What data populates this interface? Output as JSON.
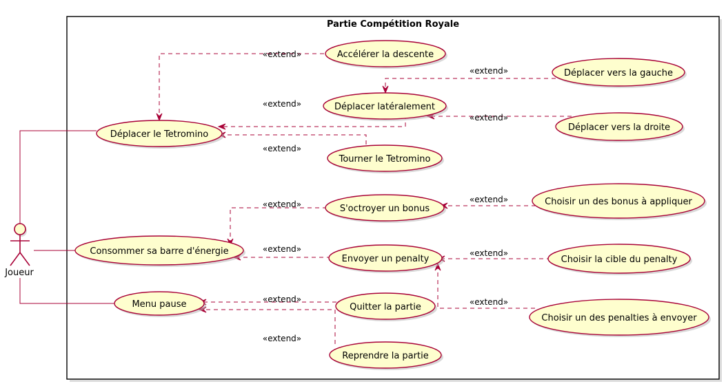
{
  "system": {
    "title": "Partie Compétition Royale"
  },
  "actor": {
    "label": "Joueur"
  },
  "usecases": {
    "deplacer_tetromino": "Déplacer le Tetromino",
    "accelerer": "Accélérer la descente",
    "deplacer_lateralement": "Déplacer latéralement",
    "tourner": "Tourner le Tetromino",
    "deplacer_gauche": "Déplacer vers la gauche",
    "deplacer_droite": "Déplacer vers la droite",
    "consommer_energie": "Consommer sa barre d'énergie",
    "octroyer_bonus": "S'octroyer un bonus",
    "envoyer_penalty": "Envoyer un penalty",
    "choisir_bonus": "Choisir un des bonus à appliquer",
    "choisir_cible": "Choisir la cible du penalty",
    "choisir_penalties": "Choisir un des penalties à envoyer",
    "menu_pause": "Menu pause",
    "quitter": "Quitter la partie",
    "reprendre": "Reprendre la partie"
  },
  "relations": {
    "extend_label": "«extend»"
  },
  "colors": {
    "usecase_fill": "#FEFECE",
    "border": "#A80036"
  }
}
